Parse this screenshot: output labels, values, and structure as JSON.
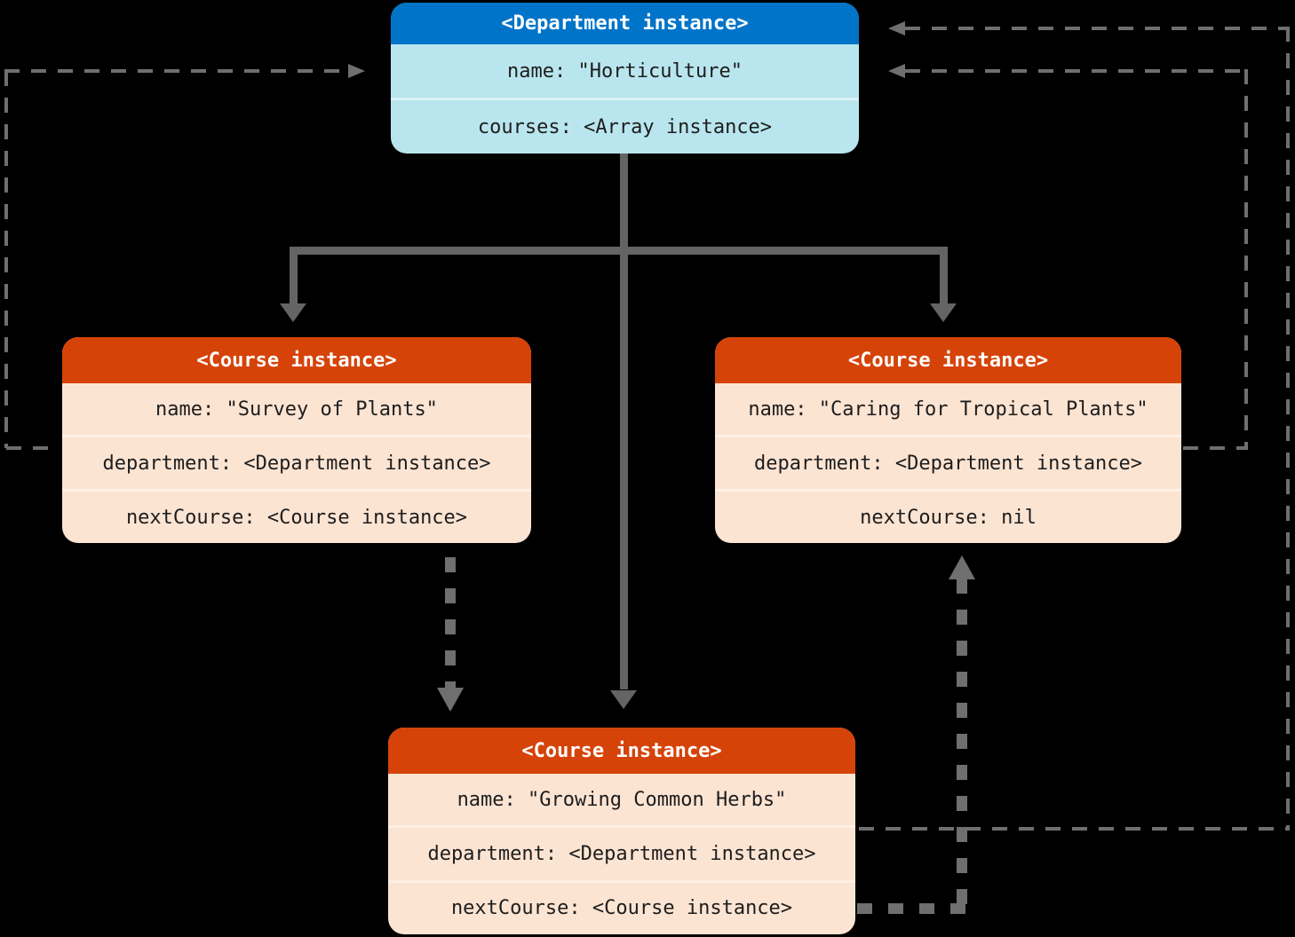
{
  "colors": {
    "department-header": "#0074C8",
    "department-body": "#B9E6EE",
    "course-header": "#D64309",
    "course-body": "#FCE4D3",
    "solid-arrow": "#646464",
    "dashed-arrow": "#6F6F6F",
    "text": "#1D1D1D",
    "header-text": "#FFFFFF",
    "background": "#000000"
  },
  "boxes": {
    "department": {
      "title": "<Department instance>",
      "fields": [
        "name: \"Horticulture\"",
        "courses: <Array instance>"
      ]
    },
    "course_left": {
      "title": "<Course instance>",
      "fields": [
        "name: \"Survey of Plants\"",
        "department: <Department instance>",
        "nextCourse: <Course instance>"
      ]
    },
    "course_right": {
      "title": "<Course instance>",
      "fields": [
        "name: \"Caring for Tropical Plants\"",
        "department: <Department instance>",
        "nextCourse: nil"
      ]
    },
    "course_bottom": {
      "title": "<Course instance>",
      "fields": [
        "name: \"Growing Common Herbs\"",
        "department: <Department instance>",
        "nextCourse: <Course instance>"
      ]
    }
  },
  "arrows": {
    "solid": "department.courses array -> each Course instance",
    "thin_dashed": "course.department -> Department instance",
    "thick_dashed": "course.nextCourse -> next Course instance"
  }
}
